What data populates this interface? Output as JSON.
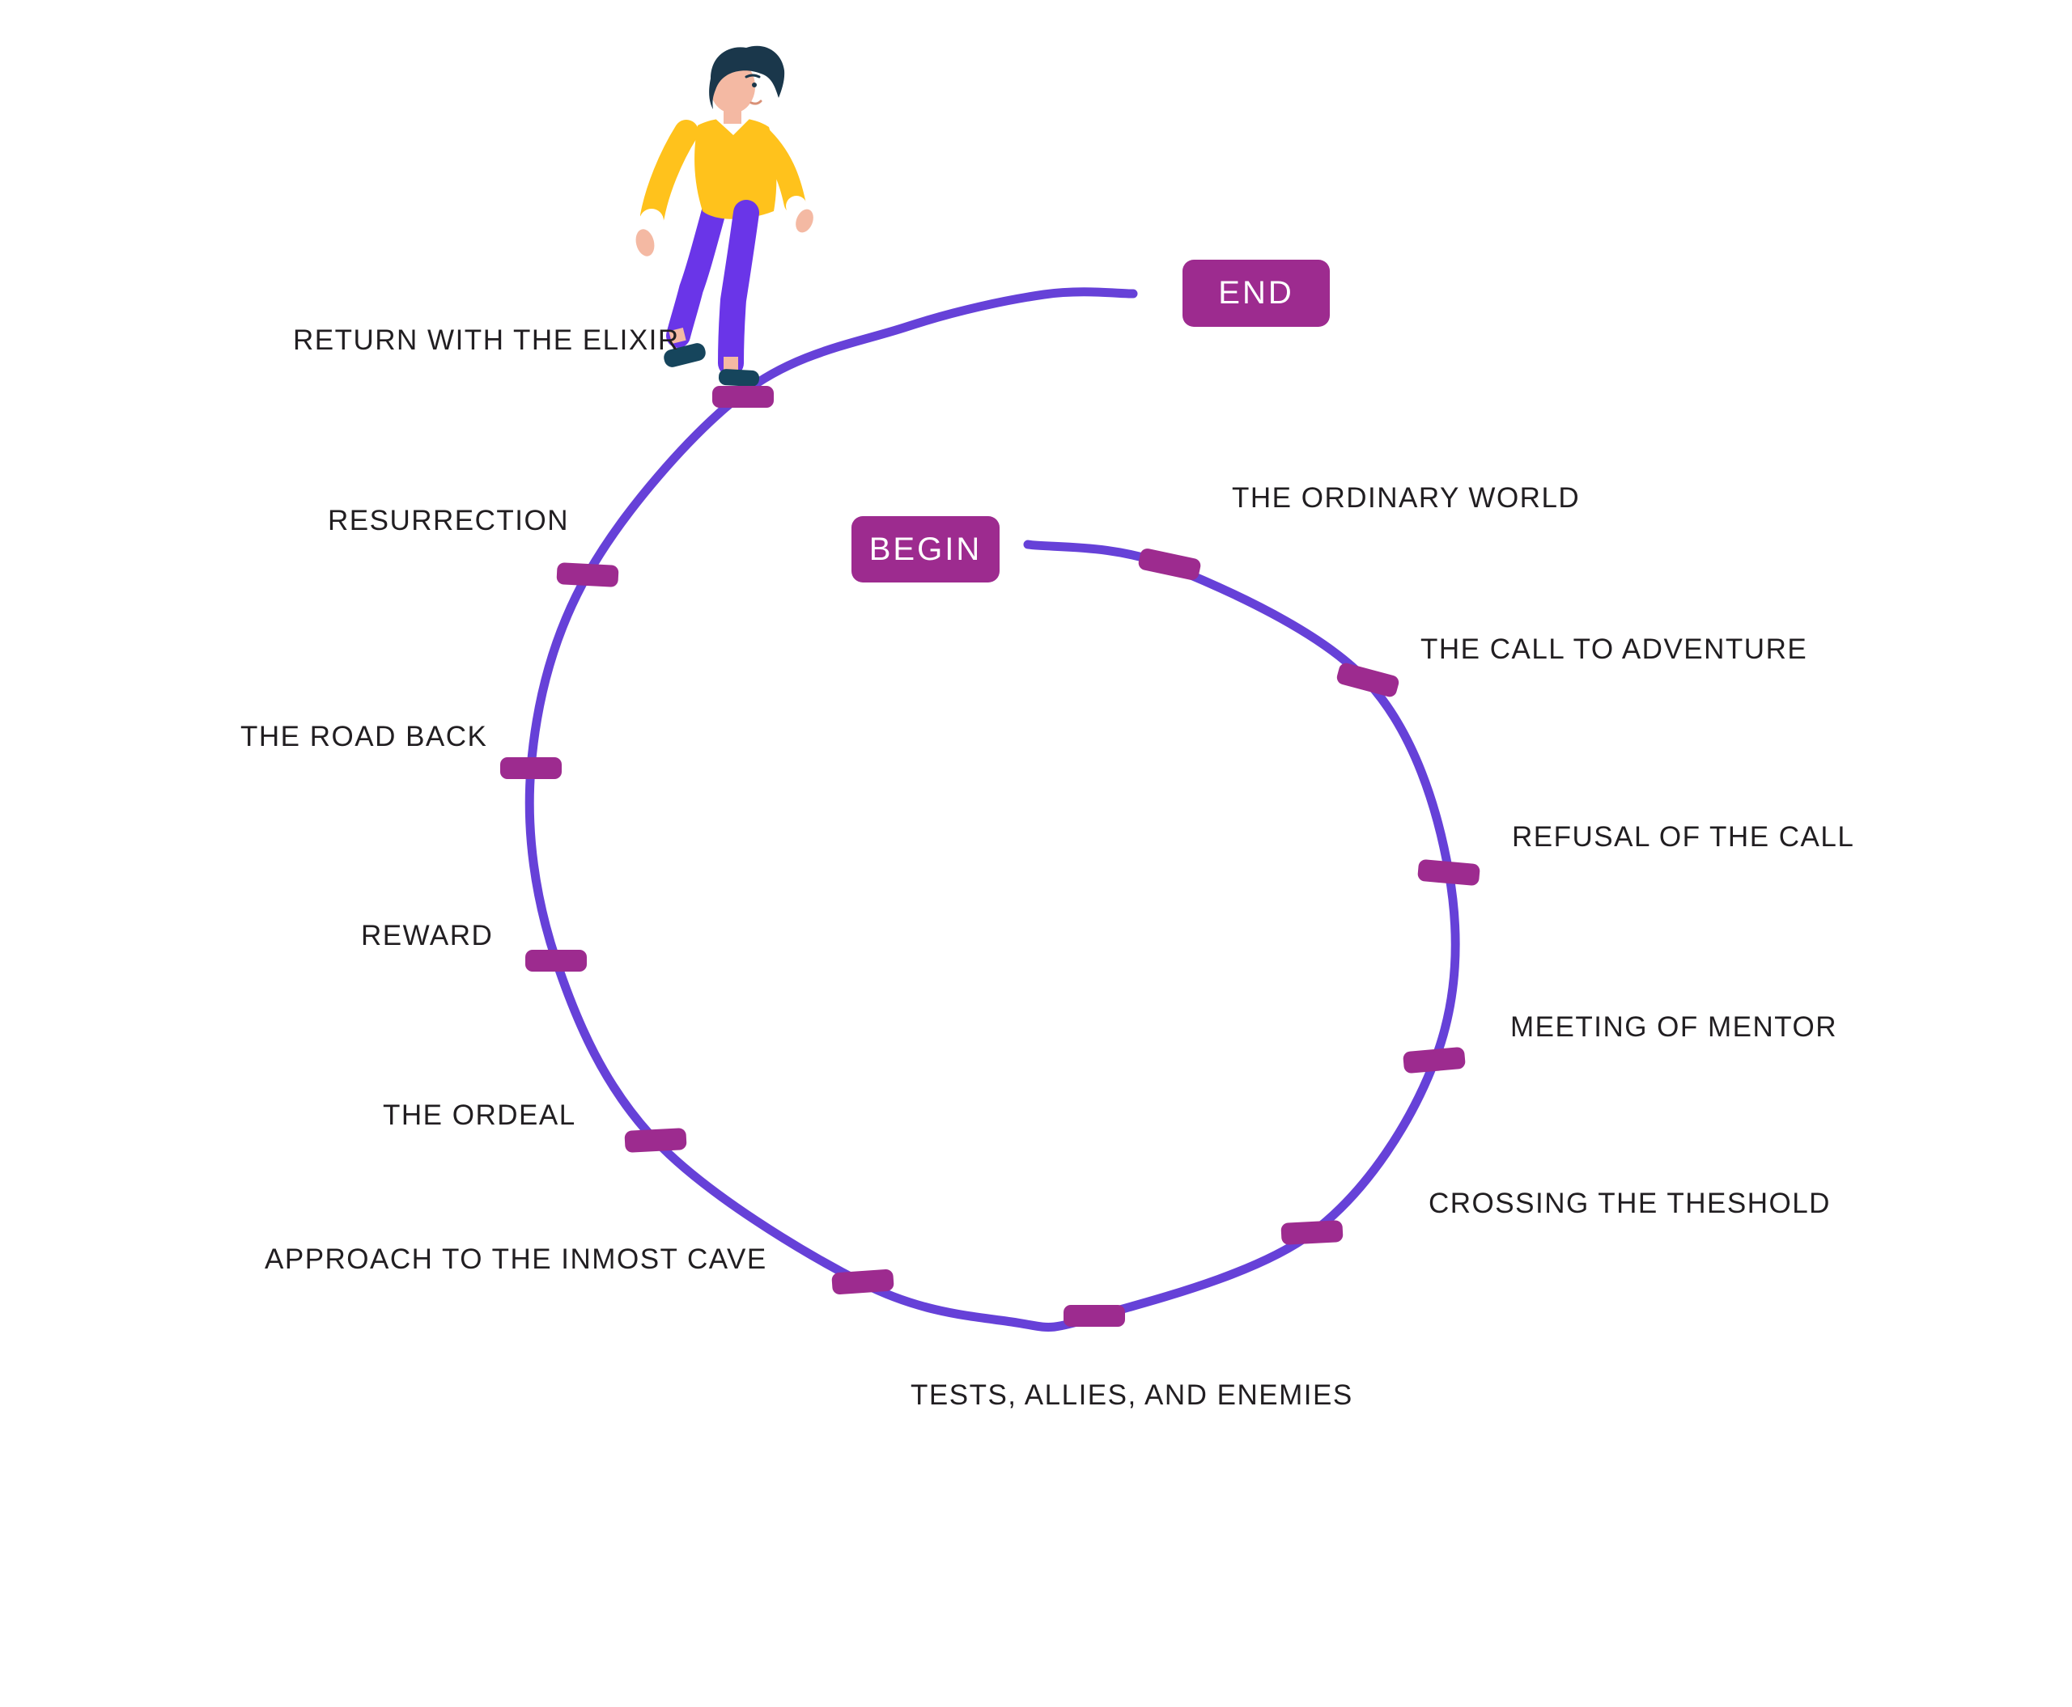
{
  "buttons": {
    "begin_label": "BEGIN",
    "end_label": "END"
  },
  "stages": [
    {
      "label": "THE ORDINARY WORLD"
    },
    {
      "label": "THE CALL TO ADVENTURE"
    },
    {
      "label": "REFUSAL OF THE CALL"
    },
    {
      "label": "MEETING OF MENTOR"
    },
    {
      "label": "CROSSING THE THESHOLD"
    },
    {
      "label": "TESTS, ALLIES, AND ENEMIES"
    },
    {
      "label": "APPROACH TO THE INMOST CAVE"
    },
    {
      "label": "THE ORDEAL"
    },
    {
      "label": "REWARD"
    },
    {
      "label": "THE ROAD BACK"
    },
    {
      "label": "RESURRECTION"
    },
    {
      "label": "RETURN WITH THE ELIXIR"
    }
  ],
  "colors": {
    "path": "#6641D8",
    "accent": "#9D2B8F",
    "text": "#211E21"
  },
  "illustration": {
    "name": "walking-man-illustration",
    "colors": {
      "hair": "#1A374B",
      "skin": "#F4B9A3",
      "sweater": "#FFC21C",
      "pants": "#6A35E8",
      "shoes": "#16455C",
      "white": "#FFFFFF"
    }
  }
}
